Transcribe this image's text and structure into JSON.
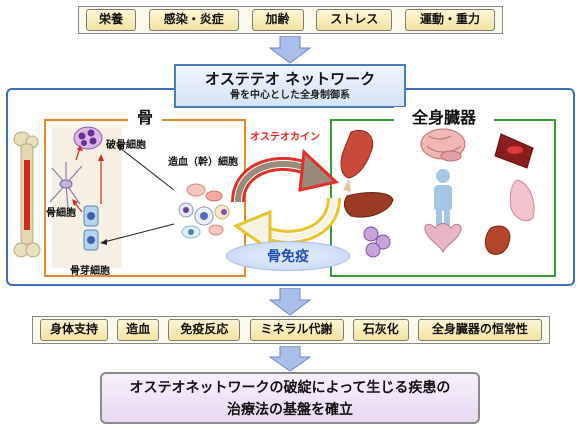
{
  "top_factors": [
    "栄養",
    "感染・炎症",
    "加齢",
    "ストレス",
    "運動・重力"
  ],
  "network": {
    "title": "オステテオ ネットワーク",
    "subtitle": "骨を中心とした全身制御系"
  },
  "bone_panel": {
    "title": "骨",
    "labels": {
      "osteoclast": "破骨細胞",
      "hematopoietic": "造血（幹）細胞",
      "osteocyte": "骨細胞",
      "osteoblast": "骨芽細胞"
    }
  },
  "organs_panel": {
    "title": "全身臓器"
  },
  "osteokine": "オステオカイン",
  "osteoimmunology": "骨免疫",
  "functions": [
    "身体支持",
    "造血",
    "免疫反応",
    "ミネラル代謝",
    "石灰化",
    "全身臓器の恒常性"
  ],
  "conclusion": {
    "line1": "オステオネットワークの破綻によって生じる疾患の",
    "line2": "治療法の基盤を確立"
  },
  "colors": {
    "chip_fill": "#f6e9b0",
    "header_fill": "#dfeaf8",
    "outer_border": "#3b6fb6",
    "bone_border": "#e58a2a",
    "organ_border": "#3a9a3a",
    "down_arrow": "#9db4e6",
    "osteokine_text": "#e8251f",
    "conclusion_fill": "#efe4f6"
  }
}
